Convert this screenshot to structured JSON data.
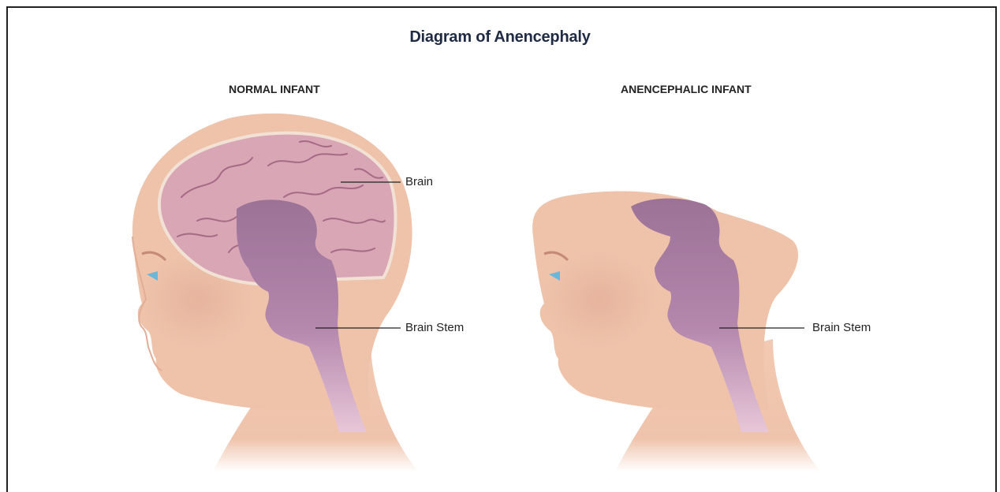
{
  "diagram": {
    "title": "Diagram of Anencephaly",
    "panels": [
      {
        "heading": "NORMAL INFANT",
        "labels": {
          "brain": "Brain",
          "brain_stem": "Brain Stem"
        }
      },
      {
        "heading": "ANENCEPHALIC INFANT",
        "labels": {
          "brain_stem": "Brain Stem"
        }
      }
    ]
  },
  "colors": {
    "skin": "#eec3aa",
    "skin_shadow": "#e4ad96",
    "brain": "#d8a6b4",
    "brain_fold": "#a76a85",
    "brain_stem": "#a27aa0",
    "title": "#1f2a44"
  }
}
